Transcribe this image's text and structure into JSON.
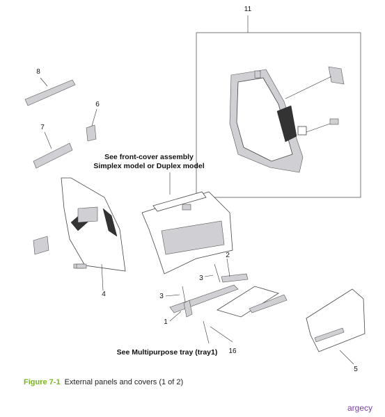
{
  "figure": {
    "label": "Figure 7-1",
    "title": "External panels and covers (1 of 2)"
  },
  "callouts": {
    "c1": "1",
    "c2": "2",
    "c3a": "3",
    "c3b": "3",
    "c4": "4",
    "c5": "5",
    "c6": "6",
    "c7": "7",
    "c8": "8",
    "c11": "11",
    "c16": "16"
  },
  "notes": {
    "front_cover_line1": "See front-cover assembly",
    "front_cover_line2": "Simplex model or Duplex model",
    "mp_tray": "See Multipurpose tray (tray1)"
  },
  "watermark": "argecy",
  "colors": {
    "figure_label": "#7ab51d",
    "watermark": "#7a3fa0"
  }
}
